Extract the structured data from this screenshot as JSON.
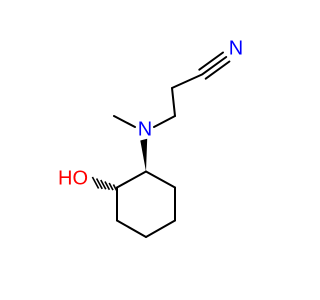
{
  "molecule": {
    "atoms": {
      "nitrile_nitrogen": {
        "text": "N",
        "color": "#0000ff"
      },
      "amine_nitrogen": {
        "text": "N",
        "color": "#0000ff"
      },
      "hydroxyl": {
        "text": "HO",
        "color": "#ff0000"
      }
    },
    "bond_color": "#000000",
    "background": "#ffffff"
  }
}
